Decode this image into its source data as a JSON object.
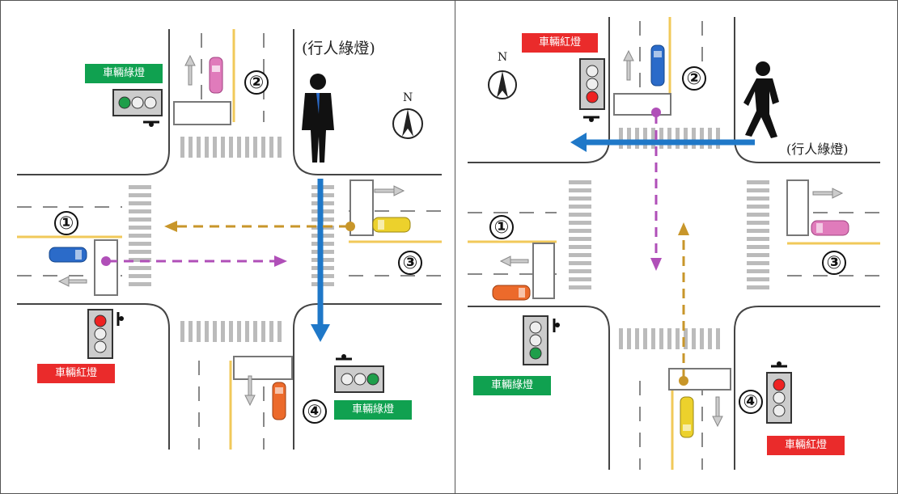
{
  "colors": {
    "green_label": "#10a150",
    "red_label": "#ea2b2b",
    "blue_arrow": "#1f78c8",
    "purple_arrow": "#b04fb8",
    "gold_arrow": "#c8962a",
    "yellow_curb": "#f1c95a"
  },
  "left_panel": {
    "pedestrian_signal": "(行人綠燈)",
    "north": "N",
    "vehicle_green_label_top": "車輛綠燈",
    "vehicle_red_label_left": "車輛紅燈",
    "vehicle_green_label_bottom": "車輛綠燈",
    "positions": [
      "①",
      "②",
      "③",
      "④"
    ]
  },
  "right_panel": {
    "pedestrian_signal": "(行人綠燈)",
    "north": "N",
    "vehicle_red_label_top": "車輛紅燈",
    "vehicle_green_label_left": "車輛綠燈",
    "vehicle_red_label_bottom": "車輛紅燈",
    "positions": [
      "①",
      "②",
      "③",
      "④"
    ]
  }
}
